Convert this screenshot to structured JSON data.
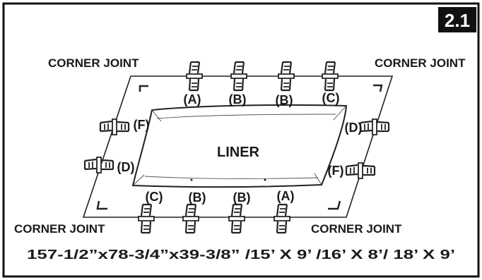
{
  "badge": {
    "text": "2.1"
  },
  "corners": {
    "top_left": "CORNER JOINT",
    "top_right": "CORNER JOINT",
    "bottom_left": "CORNER JOINT",
    "bottom_right": "CORNER JOINT"
  },
  "liner_label": "LINER",
  "top_parts": [
    "(A)",
    "(B)",
    "(B)",
    "(C)"
  ],
  "bottom_parts": [
    "(C)",
    "(B)",
    "(B)",
    "(A)"
  ],
  "left_parts": [
    "(F)",
    "(D)"
  ],
  "right_parts": [
    "(D)",
    "(F)"
  ],
  "dimensions": "157-1/2”x78-3/4”x39-3/8” /15’ X 9’ /16’ X 8’/ 18’ X 9’"
}
